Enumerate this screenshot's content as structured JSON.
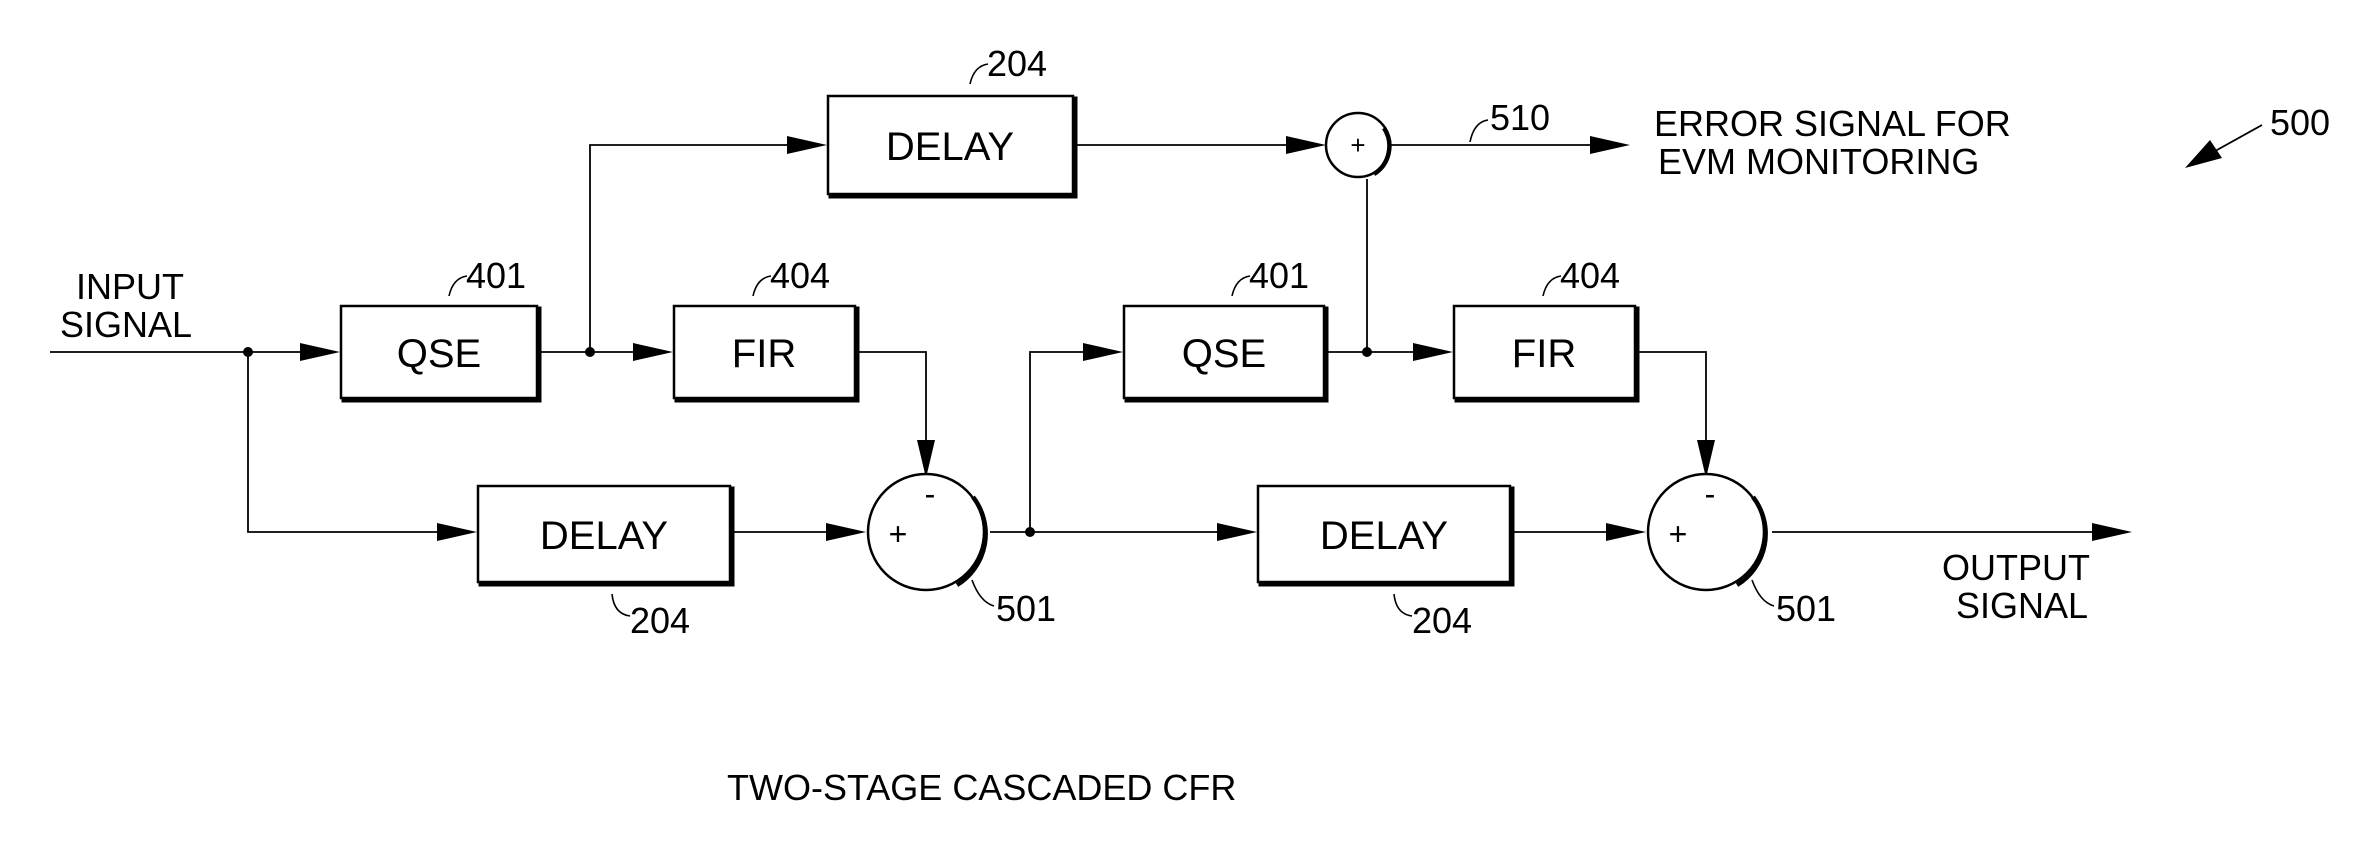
{
  "diagram": {
    "figure_ref": "500",
    "caption": "TWO-STAGE CASCADED CFR",
    "input": {
      "line1": "INPUT",
      "line2": "SIGNAL"
    },
    "output": {
      "line1": "OUTPUT",
      "line2": "SIGNAL"
    },
    "error": {
      "line1": "ERROR SIGNAL FOR",
      "line2": "EVM  MONITORING",
      "ref": "510"
    },
    "blocks": {
      "qse1": {
        "label": "QSE",
        "ref": "401"
      },
      "fir1": {
        "label": "FIR",
        "ref": "404"
      },
      "delay_top": {
        "label": "DELAY",
        "ref": "204"
      },
      "delay_bot1": {
        "label": "DELAY",
        "ref": "204"
      },
      "qse2": {
        "label": "QSE",
        "ref": "401"
      },
      "fir2": {
        "label": "FIR",
        "ref": "404"
      },
      "delay_bot2": {
        "label": "DELAY",
        "ref": "204"
      }
    },
    "summers": {
      "sum1": {
        "plus": "+",
        "minus": "-",
        "ref": "501"
      },
      "sum2": {
        "plus": "+",
        "minus": "-",
        "ref": "501"
      },
      "sum_top": {
        "plus": "+"
      }
    }
  }
}
